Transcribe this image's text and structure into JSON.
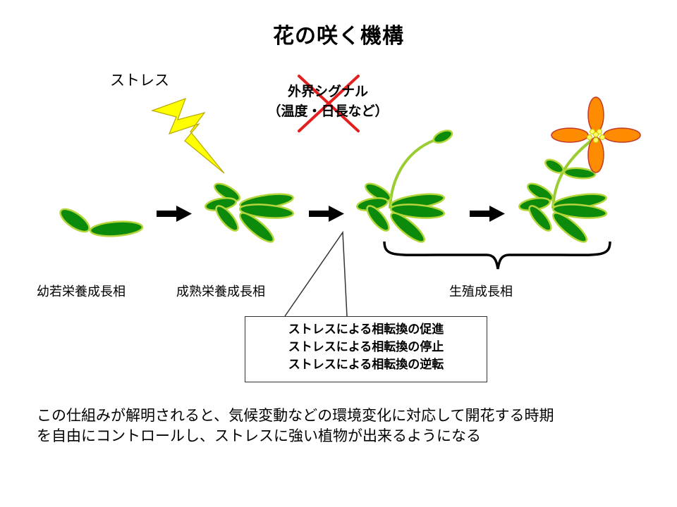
{
  "title": "花の咲く機構",
  "stress_label": "ストレス",
  "signal": {
    "line1": "外界シグナル",
    "line2": "（温度・日長など）"
  },
  "stages": {
    "juvenile": "幼若栄養成長相",
    "mature": "成熟栄養成長相",
    "reproductive": "生殖成長相"
  },
  "callout": {
    "lines": [
      "ストレスによる相転換の促進",
      "ストレスによる相転換の停止",
      "ストレスによる相転換の逆転"
    ]
  },
  "bottom_text": {
    "line1": "この仕組みが解明されると、気候変動などの環境変化に対応して開花する時期",
    "line2": "を自由にコントロールし、ストレスに強い植物が出来るようになる"
  },
  "colors": {
    "leaf": "#0b8a0b",
    "leaf_outline": "#b5d63a",
    "stem": "#9acd32",
    "lightning": "#ffff00",
    "cross": "#e41e1e",
    "petal": "#ff8c00",
    "petal_outline": "#c0392b",
    "stamen": "#ffff66"
  }
}
